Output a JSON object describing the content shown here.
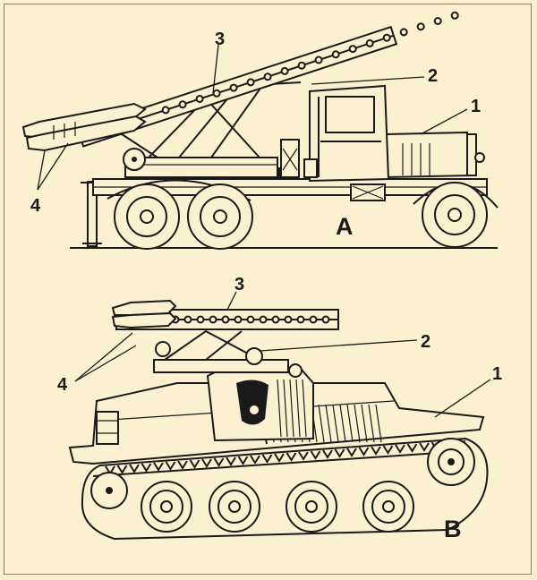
{
  "figures": [
    {
      "id": "A",
      "letter": "A",
      "callouts": [
        "1",
        "2",
        "3",
        "4"
      ]
    },
    {
      "id": "B",
      "letter": "B",
      "callouts": [
        "1",
        "2",
        "3",
        "4"
      ]
    }
  ],
  "colors": {
    "background": "#fbf0cf",
    "ink": "#1a1a1a"
  }
}
